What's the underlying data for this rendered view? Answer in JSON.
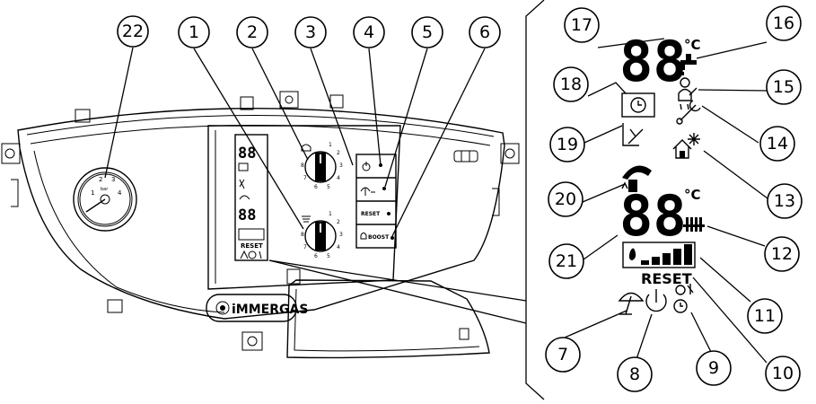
{
  "callouts": [
    {
      "id": "1",
      "label": "1"
    },
    {
      "id": "2",
      "label": "2"
    },
    {
      "id": "3",
      "label": "3"
    },
    {
      "id": "4",
      "label": "4"
    },
    {
      "id": "5",
      "label": "5"
    },
    {
      "id": "6",
      "label": "6"
    },
    {
      "id": "7",
      "label": "7"
    },
    {
      "id": "8",
      "label": "8"
    },
    {
      "id": "9",
      "label": "9"
    },
    {
      "id": "10",
      "label": "10"
    },
    {
      "id": "11",
      "label": "11"
    },
    {
      "id": "12",
      "label": "12"
    },
    {
      "id": "13",
      "label": "13"
    },
    {
      "id": "14",
      "label": "14"
    },
    {
      "id": "15",
      "label": "15"
    },
    {
      "id": "16",
      "label": "16"
    },
    {
      "id": "17",
      "label": "17"
    },
    {
      "id": "18",
      "label": "18"
    },
    {
      "id": "19",
      "label": "19"
    },
    {
      "id": "20",
      "label": "20"
    },
    {
      "id": "21",
      "label": "21"
    },
    {
      "id": "22",
      "label": "22"
    }
  ],
  "display": {
    "top_digits": "88",
    "top_unit": "°C",
    "bottom_digits": "88",
    "bottom_unit": "°C",
    "reset_label": "RESET"
  },
  "panel": {
    "small_digits_top": "88",
    "small_digits_bottom": "88",
    "small_reset": "RESET",
    "button_reset": "RESET",
    "button_boost": "BOOST",
    "gauge_unit": "bar",
    "gauge_ticks": [
      "1",
      "2",
      "3",
      "4"
    ],
    "dial_ticks": [
      "1",
      "2",
      "3",
      "4",
      "5",
      "6",
      "7",
      "8"
    ],
    "brand": "iMMERGAS"
  },
  "colors": {
    "ink": "#000000",
    "background": "#ffffff"
  }
}
